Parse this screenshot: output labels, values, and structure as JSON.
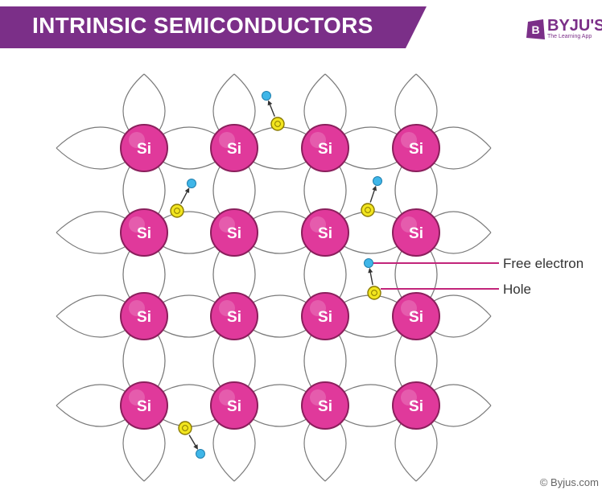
{
  "title": "INTRINSIC SEMICONDUCTORS",
  "logo": {
    "name": "BYJU'S",
    "tagline": "The Learning App",
    "mark_letter": "B"
  },
  "atom_label": "Si",
  "labels": {
    "free_electron": "Free electron",
    "hole": "Hole"
  },
  "copyright": "© Byjus.com",
  "colors": {
    "banner": "#7b2f88",
    "atom_fill": "#e0399b",
    "atom_stroke": "#8a1f5c",
    "bond": "#7a7a7a",
    "hole_fill": "#f2e51f",
    "electron_fill": "#3fb6e8",
    "leader_line": "#c2257a"
  }
}
